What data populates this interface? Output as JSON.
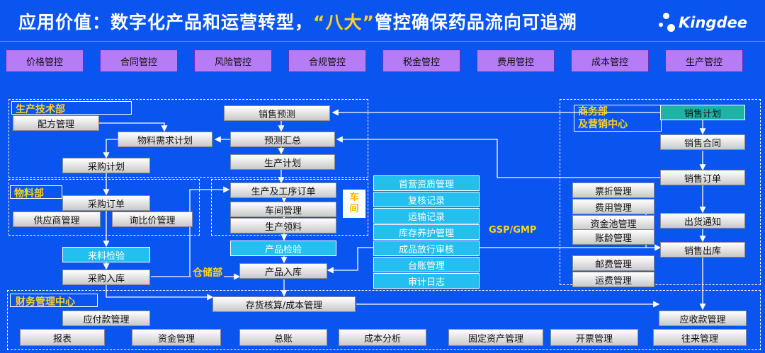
{
  "title": {
    "prefix": "应用价值：数字化产品和运营转型，",
    "highlight": "“八大”",
    "suffix": "管控确保药品流向可追溯"
  },
  "logo": {
    "text": "Kingdee"
  },
  "controls": [
    "价格管控",
    "合同管控",
    "风险管控",
    "合规管控",
    "税金管控",
    "费用管控",
    "成本管控",
    "生产管控"
  ],
  "colors": {
    "background": "#0a55f0",
    "control": "#b57cf6",
    "highlight": "#ffd21f",
    "cyan": "#23c0ef",
    "teal": "#1fb3a8"
  },
  "depts": {
    "production_tech": "生产技术部",
    "materials": "物料部",
    "workshop": "车间",
    "warehouse": "仓储部",
    "business": "商务部\n及营销中心",
    "finance": "财务管理中心"
  },
  "gsp_label": "GSP/GMP",
  "boxes": {
    "sales_forecast": "销售预测",
    "recipe": "配方管理",
    "material_plan": "物料需求计划",
    "forecast_summary": "预测汇总",
    "purchase_plan": "采购计划",
    "production_plan": "生产计划",
    "purchase_order": "采购订单",
    "production_order": "生产及工序订单",
    "supplier": "供应商管理",
    "inquiry": "询比价管理",
    "workshop_mgmt": "车间管理",
    "production_issue": "生产领料",
    "incoming_inspection": "来料检验",
    "product_inspection": "产品检验",
    "purchase_receipt": "采购入库",
    "product_receipt": "产品入库",
    "first_qualification": "首营资质管理",
    "review_record": "复核记录",
    "transport_record": "运输记录",
    "inventory_maintenance": "库存养护管理",
    "product_release": "成品放行审核",
    "ledger": "台账管理",
    "audit_log": "审计日志",
    "sales_plan": "销售计划",
    "sales_contract": "销售合同",
    "sales_order": "销售订单",
    "shipping_notice": "出货通知",
    "sales_outbound": "销售出库",
    "discount": "票折管理",
    "expense": "费用管理",
    "fund_pool": "资金池管理",
    "aging": "账龄管理",
    "postage": "邮费管理",
    "freight": "运费管理",
    "inventory_cost": "存货核算/成本管理",
    "payables": "应付款管理",
    "receivables": "应收款管理"
  },
  "bottom": [
    "报表",
    "资金管理",
    "总账",
    "成本分析",
    "固定资产管理",
    "开票管理",
    "往来管理"
  ]
}
